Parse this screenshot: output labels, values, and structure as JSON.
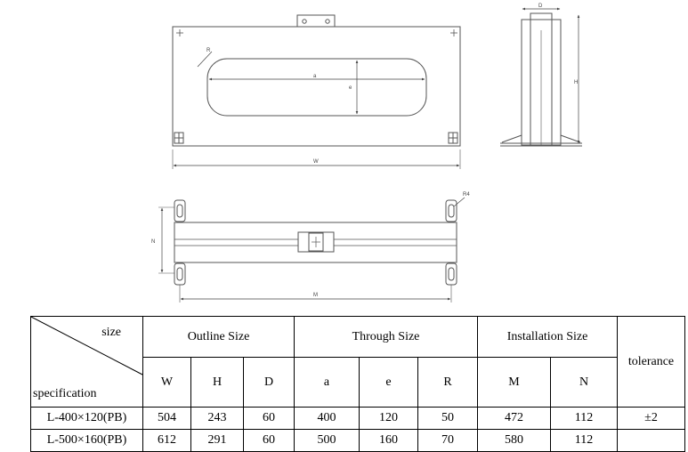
{
  "drawing": {
    "front_view": {
      "label_a": "a",
      "label_e": "e",
      "label_r": "R",
      "label_w": "W"
    },
    "side_view": {
      "label_d": "D",
      "label_h": "H"
    },
    "top_view": {
      "label_n": "N",
      "label_m": "M",
      "label_r4": "R4"
    }
  },
  "table": {
    "corner_size": "size",
    "corner_specification": "specification",
    "groups": {
      "outline": "Outline Size",
      "through": "Through Size",
      "installation": "Installation Size",
      "tolerance": "tolerance"
    },
    "columns": [
      "W",
      "H",
      "D",
      "a",
      "e",
      "R",
      "M",
      "N"
    ],
    "rows": [
      {
        "spec": "L-400×120(PB)",
        "values": [
          "504",
          "243",
          "60",
          "400",
          "120",
          "50",
          "472",
          "112"
        ],
        "tolerance": "±2"
      },
      {
        "spec": "L-500×160(PB)",
        "values": [
          "612",
          "291",
          "60",
          "500",
          "160",
          "70",
          "580",
          "112"
        ],
        "tolerance": ""
      }
    ]
  }
}
